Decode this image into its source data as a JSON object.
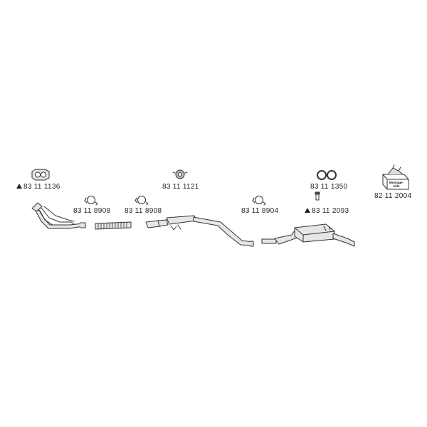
{
  "parts": [
    {
      "id": "flange_gasket",
      "number": "83 11 1136",
      "warning": true
    },
    {
      "id": "clamp_1",
      "number": "83 11 8908",
      "warning": false
    },
    {
      "id": "clamp_2",
      "number": "83 11 8908",
      "warning": false
    },
    {
      "id": "rubber_mount",
      "number": "83 11 1121",
      "warning": false
    },
    {
      "id": "clamp_3",
      "number": "83 11 8904",
      "warning": false
    },
    {
      "id": "rubber_rings",
      "number": "83 11 1350",
      "warning": false
    },
    {
      "id": "bolt",
      "number": "83 11 2093",
      "warning": true
    },
    {
      "id": "mounting_kit",
      "number": "82 11 2004",
      "warning": false
    }
  ],
  "kit_text": {
    "line1": "Montage-",
    "line2": "teile"
  },
  "colors": {
    "line": "#333333",
    "fill": "#e6e6e6",
    "text": "#222222"
  }
}
